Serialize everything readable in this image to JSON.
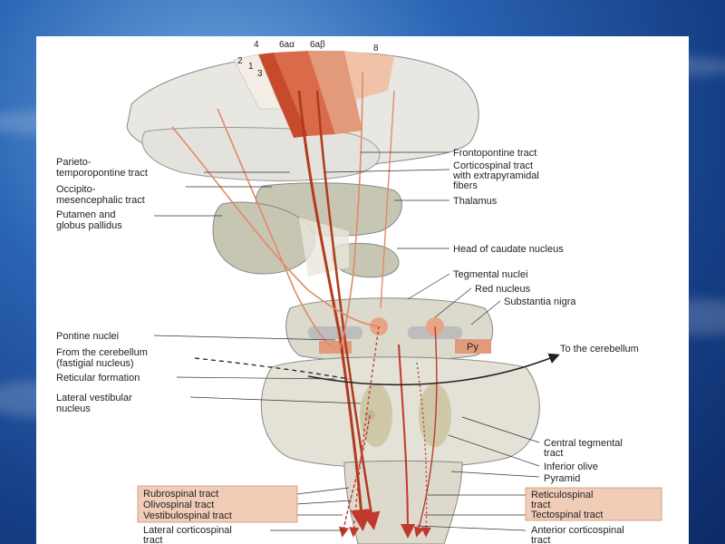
{
  "brodmann": {
    "a4": "4",
    "a6aa": "6aα",
    "a6ab": "6aβ",
    "a8": "8",
    "a2": "2",
    "a1": "1",
    "a3": "3"
  },
  "labels": {
    "parieto": [
      "Parieto-",
      "temporopontine tract"
    ],
    "occipito": [
      "Occipito-",
      "mesencephalic tract"
    ],
    "putamen": [
      "Putamen and",
      "globus pallidus"
    ],
    "pontine": "Pontine nuclei",
    "cerebellum_from": [
      "From the cerebellum",
      "(fastigial nucleus)"
    ],
    "reticular": "Reticular formation",
    "lat_vestibular": [
      "Lateral vestibular",
      "nucleus"
    ],
    "lat_corticospinal": [
      "Lateral corticospinal",
      "tract"
    ],
    "frontopontine": "Frontopontine tract",
    "corticospinal": [
      "Corticospinal tract",
      "with extrapyramidal",
      "fibers"
    ],
    "thalamus": "Thalamus",
    "caudate": "Head of caudate nucleus",
    "tegmental": "Tegmental nuclei",
    "red_nucleus": "Red nucleus",
    "substantia": "Substantia nigra",
    "to_cerebellum": "To the cerebellum",
    "central_tegmental": [
      "Central tegmental",
      "tract"
    ],
    "inferior_olive": "Inferior olive",
    "pyramid": "Pyramid",
    "ant_corticospinal": [
      "Anterior corticospinal",
      "tract"
    ],
    "py": "Py"
  },
  "left_boxes": [
    "Rubrospinal tract",
    "Olivospinal tract",
    "Vestibulospinal tract"
  ],
  "right_boxes": [
    [
      "Reticulospinal",
      "tract"
    ],
    "Tectospinal tract"
  ]
}
